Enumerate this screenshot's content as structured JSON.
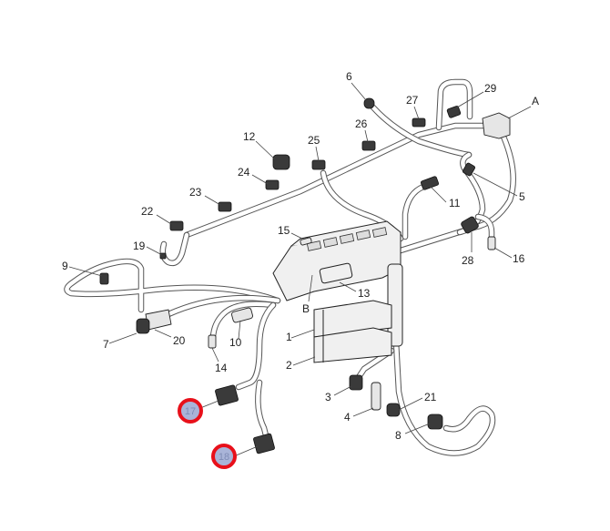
{
  "diagram": {
    "title": "Engine wiring harness — component callouts",
    "colors": {
      "highlight_ring": "#e8101a",
      "highlight_fill": "#a9b4d8",
      "highlight_text": "#7f8cb5",
      "line": "#222222",
      "background": "#ffffff"
    },
    "callouts": [
      {
        "id": "1",
        "label": "1",
        "highlighted": false
      },
      {
        "id": "2",
        "label": "2",
        "highlighted": false
      },
      {
        "id": "3",
        "label": "3",
        "highlighted": false
      },
      {
        "id": "4",
        "label": "4",
        "highlighted": false
      },
      {
        "id": "5",
        "label": "5",
        "highlighted": false
      },
      {
        "id": "6",
        "label": "6",
        "highlighted": false
      },
      {
        "id": "7",
        "label": "7",
        "highlighted": false
      },
      {
        "id": "8",
        "label": "8",
        "highlighted": false
      },
      {
        "id": "9",
        "label": "9",
        "highlighted": false
      },
      {
        "id": "10",
        "label": "10",
        "highlighted": false
      },
      {
        "id": "11",
        "label": "11",
        "highlighted": false
      },
      {
        "id": "12",
        "label": "12",
        "highlighted": false
      },
      {
        "id": "13",
        "label": "13",
        "highlighted": false
      },
      {
        "id": "14",
        "label": "14",
        "highlighted": false
      },
      {
        "id": "15",
        "label": "15",
        "highlighted": false
      },
      {
        "id": "16",
        "label": "16",
        "highlighted": false
      },
      {
        "id": "17",
        "label": "17",
        "highlighted": true
      },
      {
        "id": "18",
        "label": "18",
        "highlighted": true
      },
      {
        "id": "19",
        "label": "19",
        "highlighted": false
      },
      {
        "id": "20",
        "label": "20",
        "highlighted": false
      },
      {
        "id": "21",
        "label": "21",
        "highlighted": false
      },
      {
        "id": "22",
        "label": "22",
        "highlighted": false
      },
      {
        "id": "23",
        "label": "23",
        "highlighted": false
      },
      {
        "id": "24",
        "label": "24",
        "highlighted": false
      },
      {
        "id": "25",
        "label": "25",
        "highlighted": false
      },
      {
        "id": "26",
        "label": "26",
        "highlighted": false
      },
      {
        "id": "27",
        "label": "27",
        "highlighted": false
      },
      {
        "id": "28",
        "label": "28",
        "highlighted": false
      },
      {
        "id": "29",
        "label": "29",
        "highlighted": false
      },
      {
        "id": "A",
        "label": "A",
        "highlighted": false
      },
      {
        "id": "B",
        "label": "B",
        "highlighted": false
      }
    ]
  }
}
